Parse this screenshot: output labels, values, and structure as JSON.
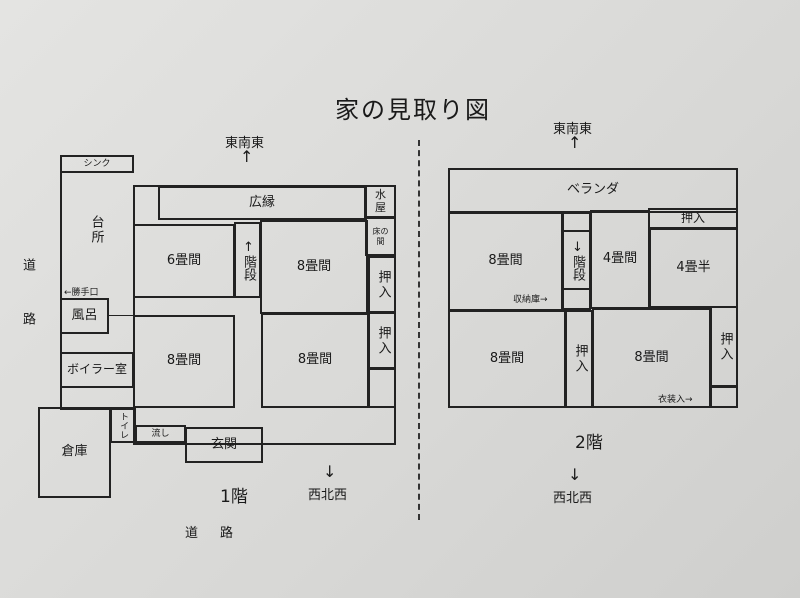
{
  "title": "家の見取り図",
  "orientation": {
    "top": "東南東",
    "bottom": "西北西",
    "arrow_up": "↑",
    "arrow_down": "↓"
  },
  "road": "道路",
  "road_left": "道　路",
  "floor1": {
    "label": "1階",
    "rooms": {
      "sink": "シンク",
      "kitchen": "台所",
      "back_door": "←勝手口",
      "bath": "風呂",
      "boiler": "ボイラー室",
      "storage": "倉庫",
      "toilet": "トイレ",
      "washing": "流し",
      "entrance": "玄関",
      "veranda": "広縁",
      "mizuya": "水屋",
      "tokonoma": "床の間",
      "room6": "6畳間",
      "stairs": "↑階段",
      "room8_ne": "8畳間",
      "room8_c": "8畳間",
      "room8_e": "8畳間",
      "closet1": "押入",
      "closet2": "押入"
    }
  },
  "floor2": {
    "label": "2階",
    "rooms": {
      "balcony": "ベランダ",
      "room8_nw": "8畳間",
      "stairs": "↓階段",
      "room4": "4畳間",
      "closet_top": "押入",
      "room4half": "4畳半",
      "storage_label": "収納庫→",
      "room8_sw": "8畳間",
      "closet_mid": "押入",
      "room8_se": "8畳間",
      "closet_right": "押入",
      "wardrobe_label": "衣装入→"
    }
  }
}
